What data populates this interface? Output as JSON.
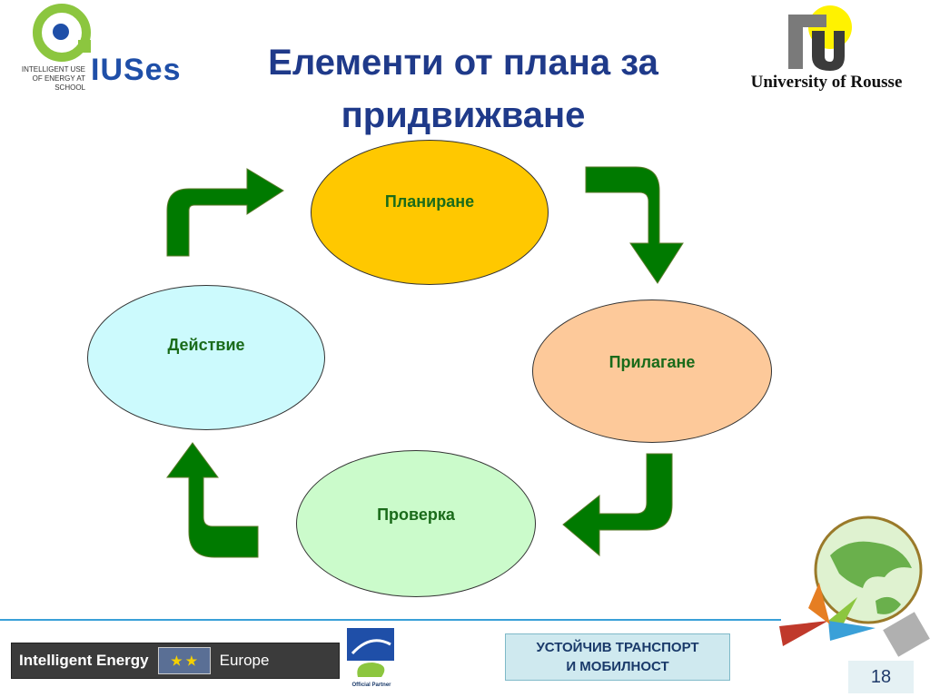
{
  "header": {
    "title": "Елементи от плана за\nпридвижване",
    "left_logo": {
      "small_text": "INTELLIGENT USE\nOF ENERGY AT SCHOOL",
      "brand": "IUSes"
    },
    "right_logo": {
      "text": "University of Rousse"
    }
  },
  "cycle": {
    "nodes": [
      {
        "label": "Планиране",
        "color": "#ffc800"
      },
      {
        "label": "Прилагане",
        "color": "#fdc99a"
      },
      {
        "label": "Проверка",
        "color": "#cbfbcb"
      },
      {
        "label": "Действие",
        "color": "#ccfafd"
      }
    ],
    "arrow_color": "#007a00"
  },
  "footer": {
    "ie_left": "Intelligent Energy",
    "ie_right": "Europe",
    "partner_label": "Official Partner",
    "tag": "УСТОЙЧИВ ТРАНСПОРТ\nИ МОБИЛНОСТ",
    "page_number": "18",
    "rule_color": "#3aa0d8"
  }
}
